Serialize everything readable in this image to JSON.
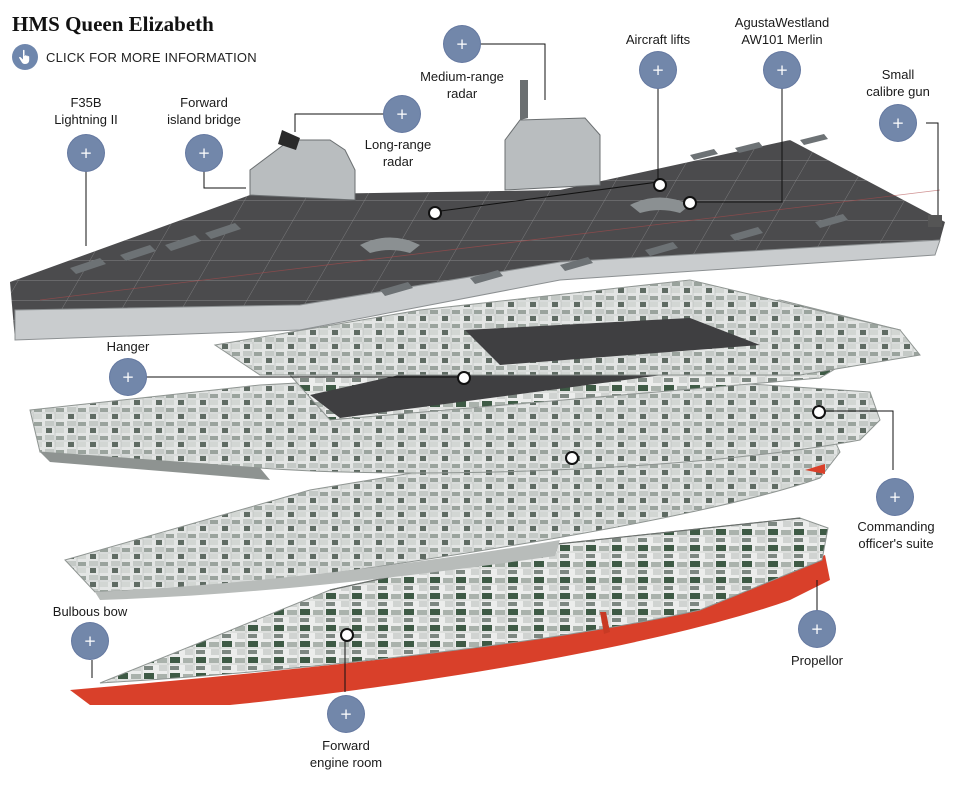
{
  "title": "HMS Queen Elizabeth",
  "cta": {
    "label": "CLICK FOR MORE INFORMATION",
    "icon": "hand-pointer-icon"
  },
  "hotspot_glyph": "+",
  "labels": {
    "f35b": [
      "F35B",
      "Lightning II"
    ],
    "forward_bridge": [
      "Forward",
      "island bridge"
    ],
    "long_range_radar": [
      "Long-range",
      "radar"
    ],
    "medium_range_radar": [
      "Medium-range",
      "radar"
    ],
    "aircraft_lifts": [
      "Aircraft lifts"
    ],
    "merlin": [
      "AgustaWestland",
      "AW101 Merlin"
    ],
    "small_gun": [
      "Small",
      "calibre gun"
    ],
    "hanger": [
      "Hanger"
    ],
    "commanding_officer": [
      "Commanding",
      "officer's suite"
    ],
    "bulbous_bow": [
      "Bulbous bow"
    ],
    "propellor": [
      "Propellor"
    ],
    "engine_room": [
      "Forward",
      "engine room"
    ]
  },
  "colors": {
    "hotspot": "#7287aa",
    "hull_red": "#d9402a",
    "deck": "#4a4a4a",
    "hull_grey": "#cfd2d4"
  }
}
